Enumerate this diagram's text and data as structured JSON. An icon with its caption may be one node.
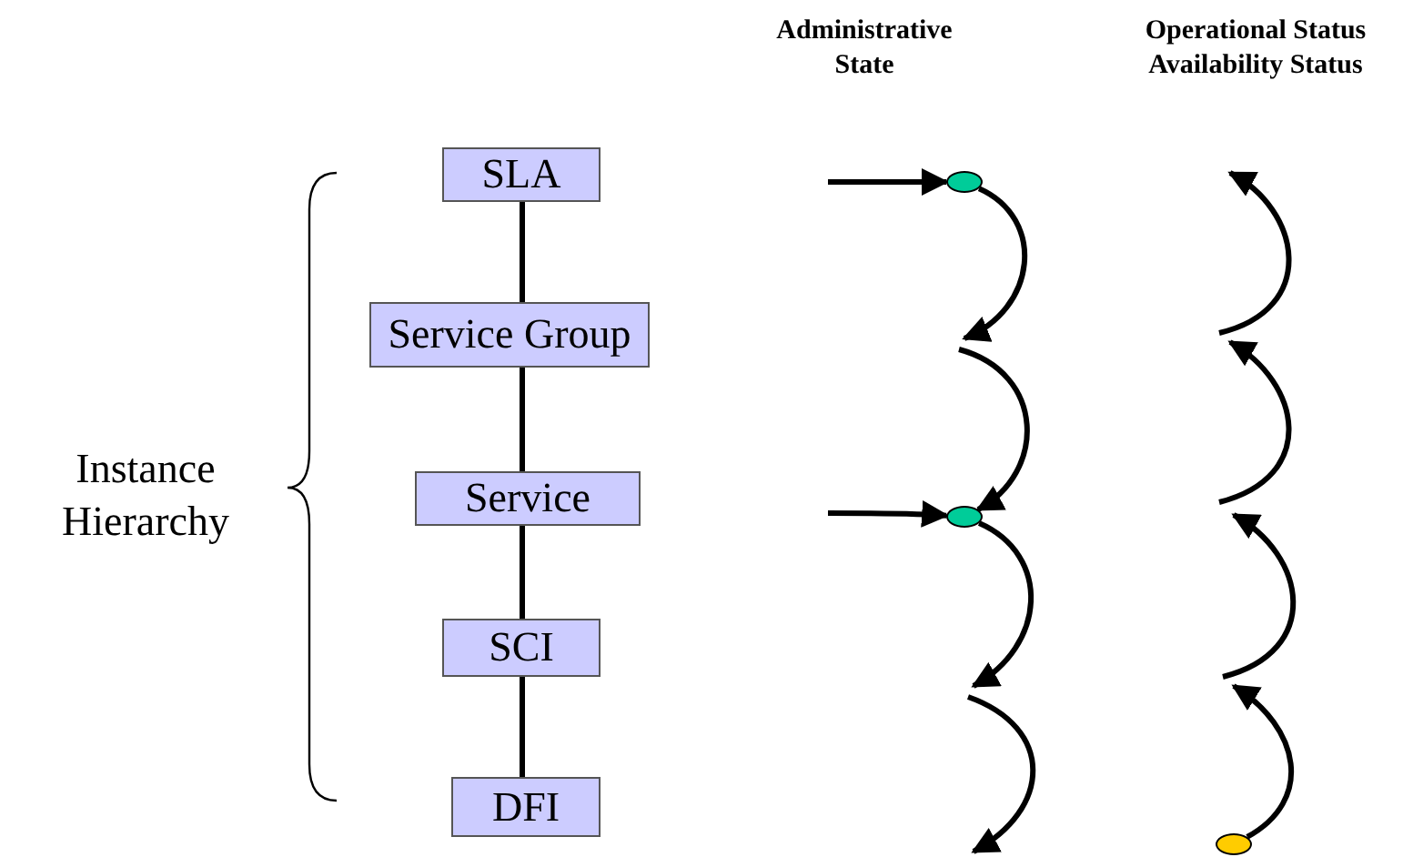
{
  "diagram": {
    "nodes": [
      {
        "text": [
          "SLA"
        ]
      },
      {
        "text": [
          "Service Group"
        ]
      },
      {
        "text": [
          "Service"
        ]
      },
      {
        "text": [
          "SCI"
        ]
      },
      {
        "text": [
          "DFI"
        ]
      },
      {
        "text": [],
        "shape": "circle"
      },
      {
        "text": [],
        "shape": "circle"
      },
      {
        "text": [],
        "shape": "circle"
      }
    ],
    "edges": [
      {
        "from": 0,
        "to": 1,
        "arrow": "none"
      },
      {
        "from": 1,
        "to": 2,
        "arrow": "none"
      },
      {
        "from": 2,
        "to": 3,
        "arrow": "none"
      },
      {
        "from": 3,
        "to": 4,
        "arrow": "none"
      },
      {
        "from": null,
        "to": 5,
        "arrow": "to"
      },
      {
        "from": 5,
        "to": null,
        "arrow": "to"
      },
      {
        "from": null,
        "to": 6,
        "arrow": "to"
      },
      {
        "from": null,
        "to": 6,
        "arrow": "to"
      },
      {
        "from": 6,
        "to": null,
        "arrow": "to"
      },
      {
        "from": 7,
        "to": null,
        "arrow": "to"
      }
    ],
    "labels": [
      "Administrative State",
      "Operational Status",
      "Availability Status",
      "Instance Hierarchy"
    ]
  }
}
